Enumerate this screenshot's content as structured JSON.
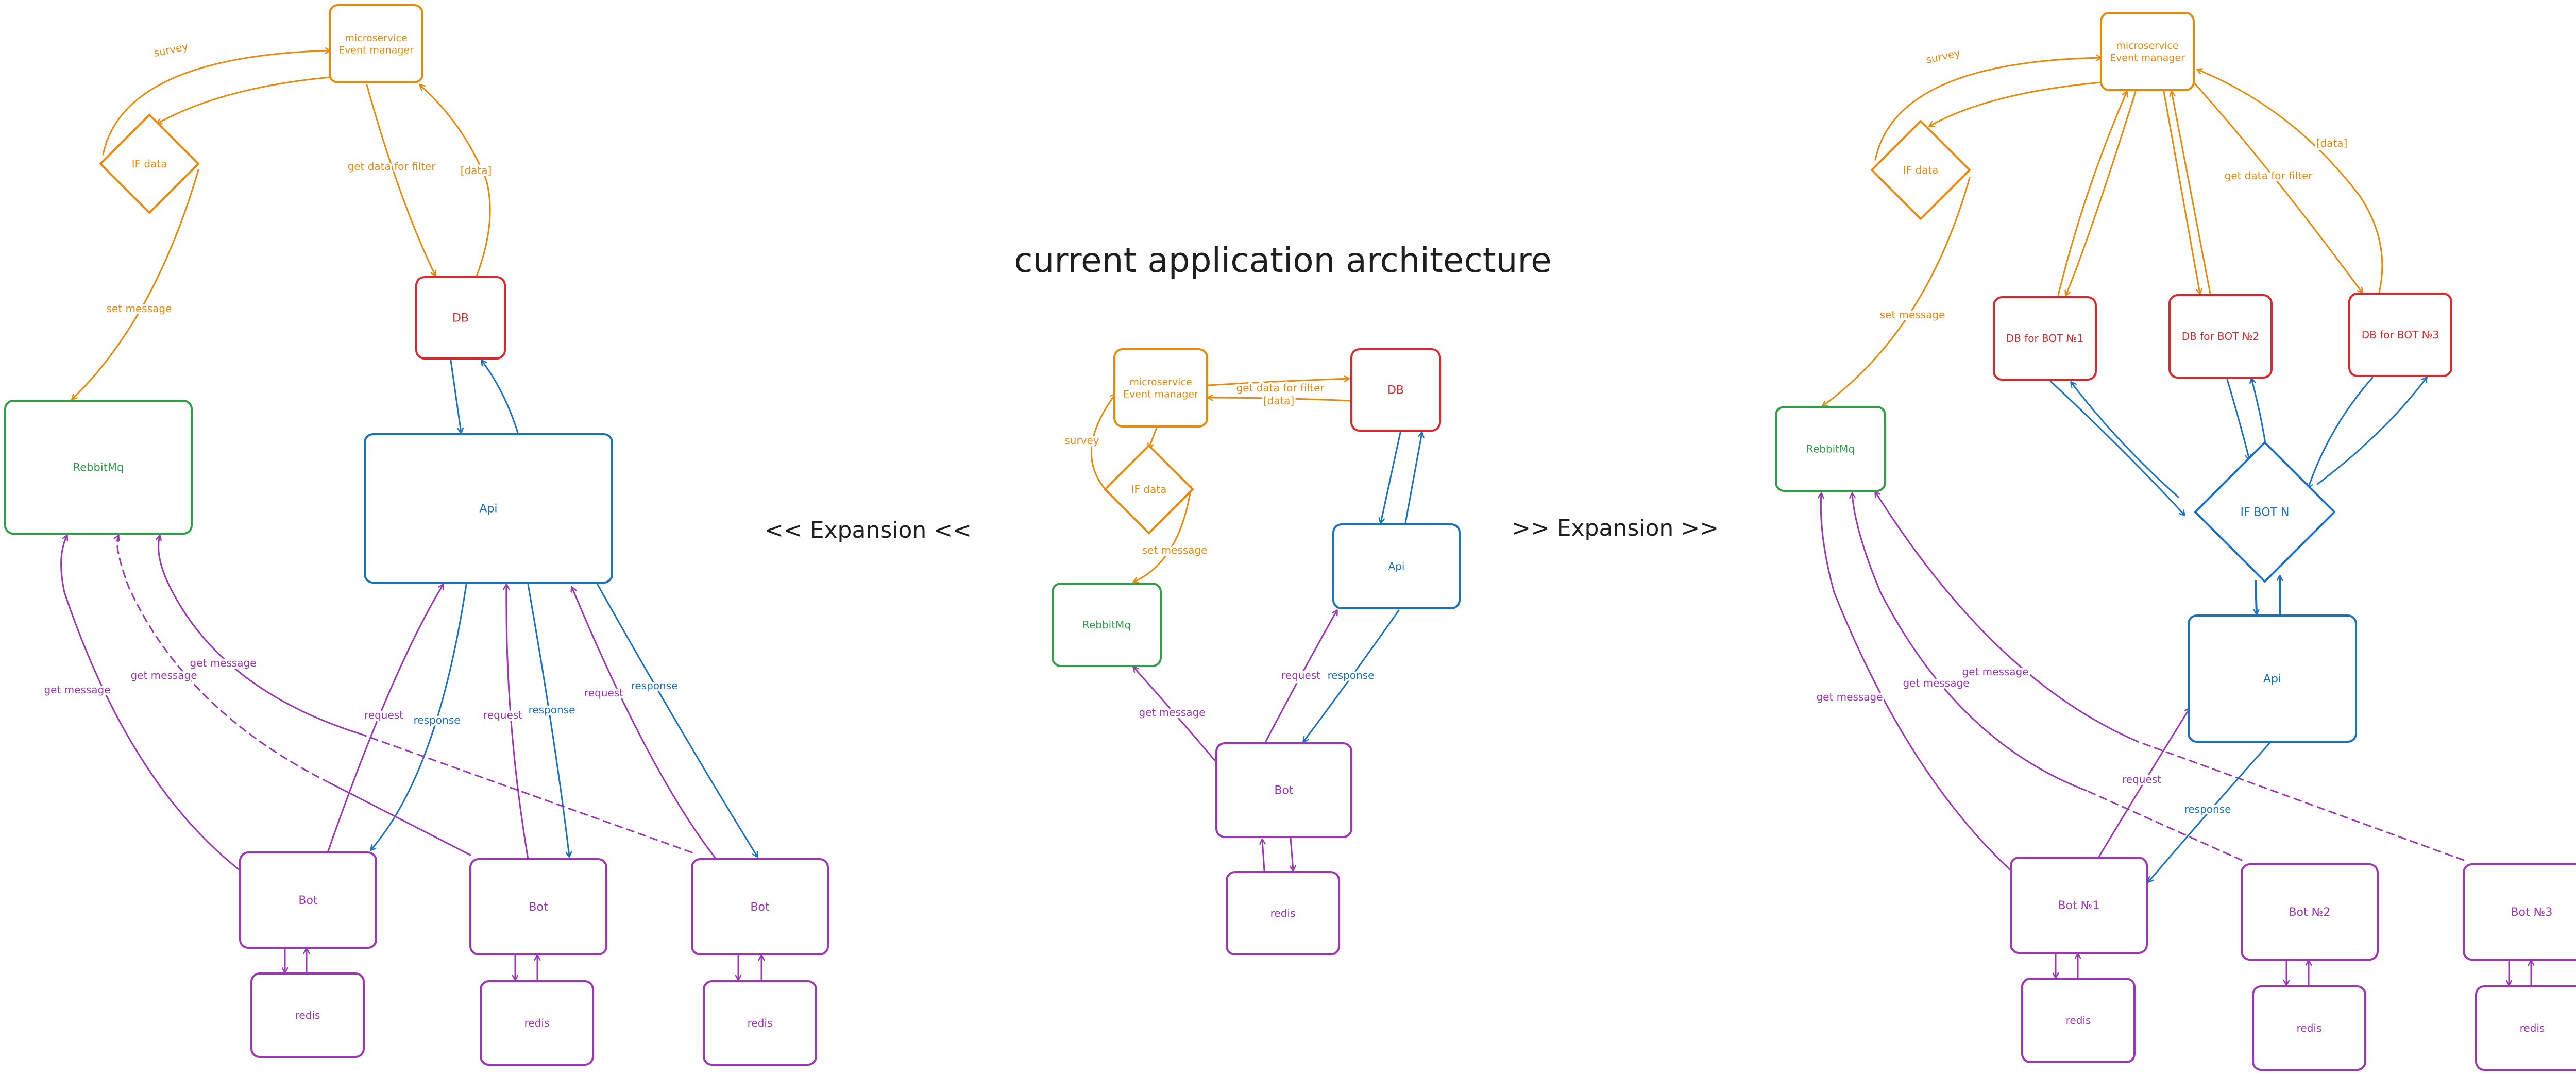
{
  "title": "current application architecture",
  "expansion_left": "<< Expansion <<",
  "expansion_right": ">> Expansion >>",
  "colors": {
    "orange": "#e8890c",
    "red": "#d9282b",
    "green": "#2f9e44",
    "blue": "#1971c2",
    "purple": "#9c36b5",
    "text_dark": "#1e1e1e"
  },
  "nodes": {
    "em": "microservice\nEvent manager",
    "if_data": "IF data",
    "db": "DB",
    "rabbit": "RebbitMq",
    "api": "Api",
    "bot": "Bot",
    "redis": "redis",
    "db_bot1": "DB for BOT №1",
    "db_bot2": "DB for BOT №2",
    "db_bot3": "DB for BOT №3",
    "if_bot": "IF BOT N",
    "bot1": "Bot №1",
    "bot2": "Bot №2",
    "bot3": "Bot №3"
  },
  "labels": {
    "survey": "survey",
    "set_message": "set message",
    "get_data": "get data for filter",
    "data": "[data]",
    "get_message": "get message",
    "request": "request",
    "response": "response"
  }
}
